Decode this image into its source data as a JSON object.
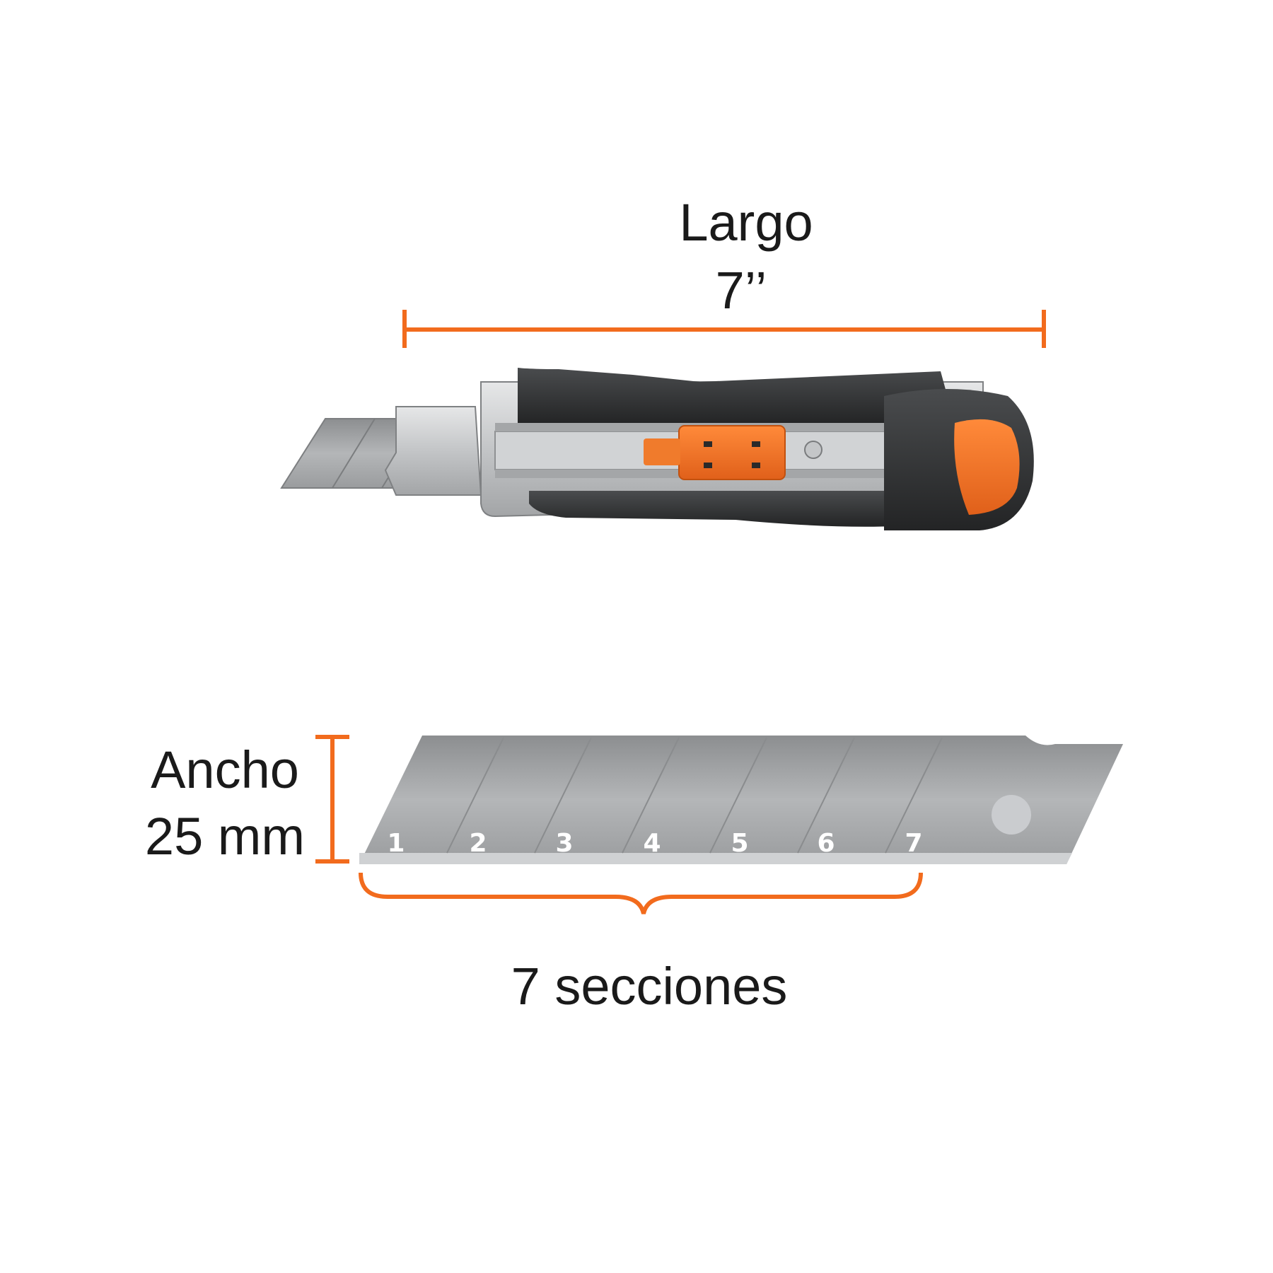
{
  "length": {
    "label": "Largo",
    "value": "7’’"
  },
  "width": {
    "label": "Ancho",
    "value": "25 mm"
  },
  "sections": {
    "label": "7 secciones",
    "numbers": [
      "1",
      "2",
      "3",
      "4",
      "5",
      "6",
      "7"
    ]
  },
  "colors": {
    "accent": "#f26b1d",
    "text": "#1a1a1a",
    "blade": "#a9abac",
    "handle": "#2e3031"
  }
}
